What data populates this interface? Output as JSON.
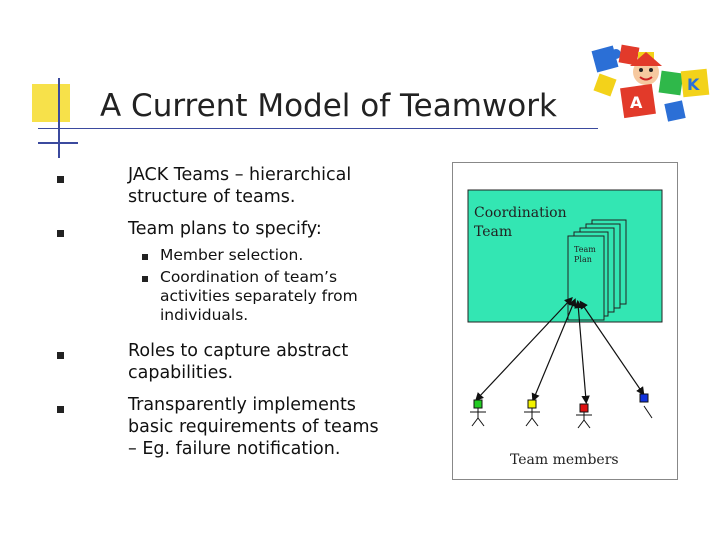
{
  "slide": {
    "title": "A Current Model of Teamwork"
  },
  "bullets": [
    {
      "lines": [
        "JACK Teams – hierarchical",
        "structure of teams."
      ]
    },
    {
      "lines": [
        "Team plans to specify:"
      ]
    },
    {
      "lines": [
        "Roles to capture abstract",
        "capabilities."
      ]
    },
    {
      "lines": [
        "Transparently implements",
        "basic requirements of teams",
        "– Eg. failure notification."
      ]
    }
  ],
  "sub_bullets": [
    {
      "lines": [
        "Member selection."
      ]
    },
    {
      "lines": [
        "Coordination of team’s",
        "activities separately from",
        "individuals."
      ]
    }
  ],
  "diagram": {
    "coordination_label_line1": "Coordination",
    "coordination_label_line2": "Team",
    "team_plan_line1": "Team",
    "team_plan_line2": "Plan",
    "members_label": "Team members",
    "colors": {
      "team_box": "#33e6b3",
      "member1": "#22cc22",
      "member2": "#f2f200",
      "member3": "#dd1111",
      "member4": "#1133dd"
    }
  },
  "icons": [
    "puzzle-clipart-icon"
  ]
}
